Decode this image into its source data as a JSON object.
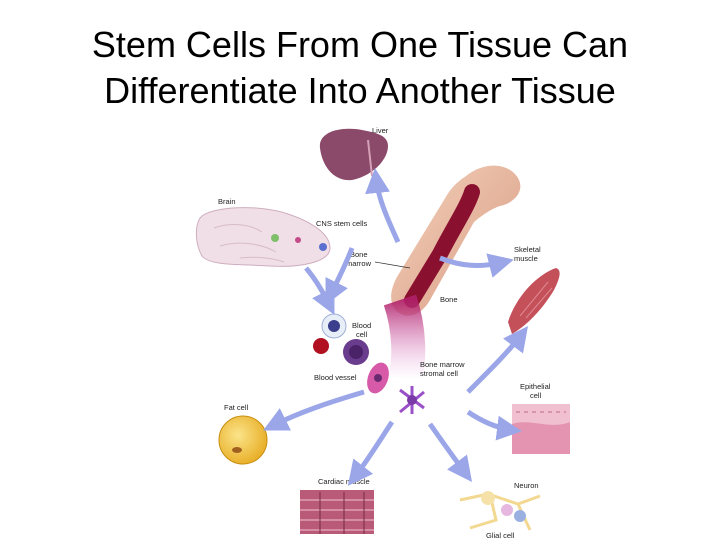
{
  "slide": {
    "title_line1": "Stem Cells From One Tissue Can",
    "title_line2": "Differentiate Into Another Tissue"
  },
  "diagram": {
    "labels": {
      "liver": "Liver",
      "brain": "Brain",
      "cns": "CNS stem cells",
      "bone_marrow_1": "Bone",
      "bone_marrow_2": "marrow",
      "skeletal_1": "Skeletal",
      "skeletal_2": "muscle",
      "bone": "Bone",
      "blood_cell_1": "Blood",
      "blood_cell_2": "cell",
      "blood_vessel": "Blood vessel",
      "stromal_1": "Bone marrow",
      "stromal_2": "stromal cell",
      "epithelial_1": "Epithelial",
      "epithelial_2": "cell",
      "fat": "Fat cell",
      "cardiac": "Cardiac muscle",
      "neuron": "Neuron",
      "glial": "Glial cell"
    },
    "colors": {
      "arrow": "#9aa6e8",
      "bone": "#e8b49c",
      "marrow": "#8a1030",
      "liver": "#8c4a6a",
      "muscle": "#c4505a",
      "fat": "#f2c640"
    }
  }
}
